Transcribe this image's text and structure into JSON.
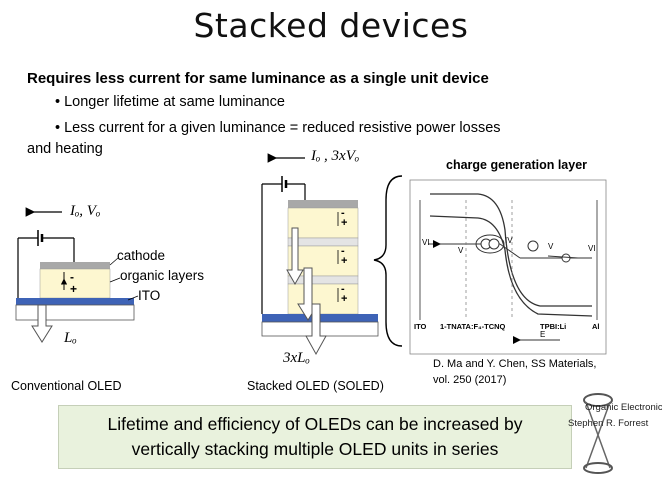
{
  "title": "Stacked devices",
  "subtitle": "Requires less current for same luminance as a single unit device",
  "bullets": [
    "• Longer lifetime at same luminance",
    "• Less current for a given luminance = reduced resistive power losses",
    "and heating"
  ],
  "conventional": {
    "current_label": "Iₒ, Vₒ",
    "cathode": "cathode",
    "organic": "organic layers",
    "ito": "ITO",
    "luminance": "Lₒ",
    "caption": "Conventional OLED",
    "minus": "-",
    "plus": "+"
  },
  "stacked": {
    "current_label": "Iₒ , 3xVₒ",
    "luminance": "3xLₒ",
    "caption": "Stacked OLED (SOLED)"
  },
  "cgl": {
    "heading": "charge generation layer",
    "labels": {
      "vi_left": "VI",
      "v_left": "V",
      "iv": "IV",
      "v_right": "V",
      "vi_right": "VI",
      "e": "E",
      "ito": "ITO",
      "tnata": "1-TNATA:F₄-TCNQ",
      "tpbi": "TPBI:Li",
      "al": "Al"
    },
    "reference": [
      "D. Ma and Y. Chen, SS Materials,",
      "vol. 250 (2017)"
    ]
  },
  "logo": [
    "Organic Electronics",
    "Stephen R. Forrest"
  ],
  "conclusion": [
    "Lifetime and efficiency of OLEDs can be increased by",
    "vertically stacking multiple OLED units in series"
  ],
  "colors": {
    "cathode": "#a8a8a8",
    "organic": "#fdf7d0",
    "ito": "#3e63b6",
    "box": "#e9f2dd",
    "arrow": "#ffffff"
  }
}
